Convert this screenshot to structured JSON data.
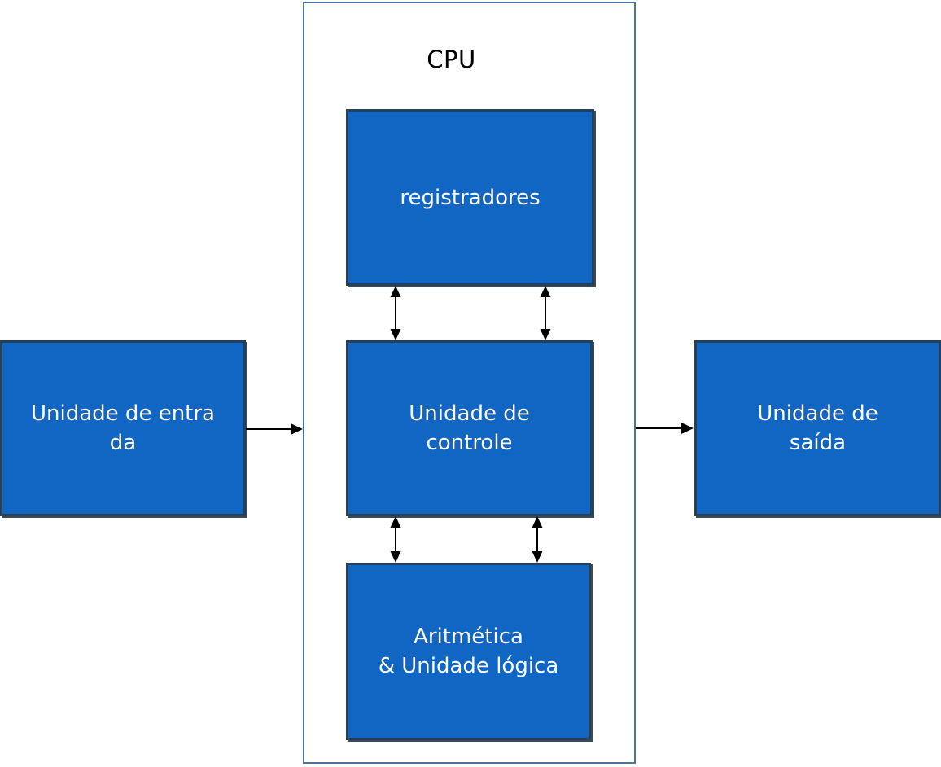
{
  "diagram": {
    "title": "CPU",
    "boxes": {
      "input": {
        "label": "Unidade de entra\nda"
      },
      "registers": {
        "label": "registradores"
      },
      "control": {
        "label": "Unidade de\ncontrole"
      },
      "alu": {
        "label": "Aritmética\n& Unidade lógica"
      },
      "output": {
        "label": "Unidade de\nsaída"
      }
    },
    "arrows": [
      {
        "name": "input-to-cpu",
        "direction": "right"
      },
      {
        "name": "cpu-to-output",
        "direction": "right"
      },
      {
        "name": "registers-control-left",
        "direction": "both"
      },
      {
        "name": "registers-control-right",
        "direction": "both"
      },
      {
        "name": "control-alu-left",
        "direction": "both"
      },
      {
        "name": "control-alu-right",
        "direction": "both"
      }
    ],
    "colors": {
      "box_fill": "#1166C4",
      "box_border": "#27405A",
      "container_border": "#4A769E",
      "arrow": "#000000",
      "box_text": "#FFFFFF",
      "title_text": "#000000"
    }
  }
}
